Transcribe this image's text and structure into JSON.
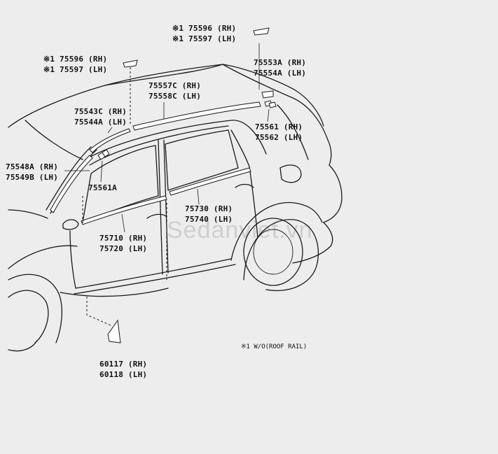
{
  "diagram": {
    "note": "※1 W/O(ROOF RAIL)",
    "watermark": "Sedanviet.vn",
    "labels": [
      {
        "id": "top-rh",
        "text": "※1 75596 (RH)"
      },
      {
        "id": "top-lh",
        "text": "※1 75597 (LH)"
      },
      {
        "id": "left-rh",
        "text": "※1 75596 (RH)"
      },
      {
        "id": "left-lh",
        "text": "※1 75597 (LH)"
      },
      {
        "id": "roof-rh",
        "text": "75553A (RH)"
      },
      {
        "id": "roof-lh",
        "text": "75554A (LH)"
      },
      {
        "id": "mold-rh",
        "text": "75557C (RH)"
      },
      {
        "id": "mold-lh",
        "text": "75558C (LH)"
      },
      {
        "id": "pillar-rh",
        "text": "75543C (RH)"
      },
      {
        "id": "pillar-lh",
        "text": "75544A (LH)"
      },
      {
        "id": "clip-rh",
        "text": "75561 (RH)"
      },
      {
        "id": "clip-lh",
        "text": "75562 (LH)"
      },
      {
        "id": "wind-rh",
        "text": "75548A (RH)"
      },
      {
        "id": "wind-lh",
        "text": "75549B (LH)"
      },
      {
        "id": "clip-a",
        "text": "75561A"
      },
      {
        "id": "rear-rh",
        "text": "75730 (RH)"
      },
      {
        "id": "rear-lh",
        "text": "75740 (LH)"
      },
      {
        "id": "front-rh",
        "text": "75710 (RH)"
      },
      {
        "id": "front-lh",
        "text": "75720 (LH)"
      },
      {
        "id": "flap-rh",
        "text": "60117 (RH)"
      },
      {
        "id": "flap-lh",
        "text": "60118 (LH)"
      }
    ]
  }
}
